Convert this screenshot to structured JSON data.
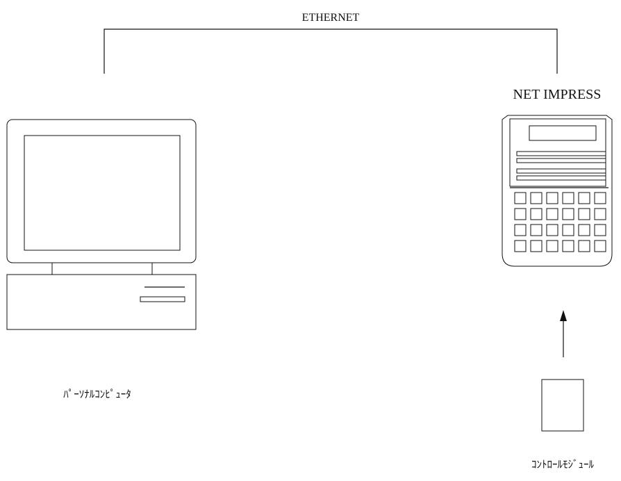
{
  "labels": {
    "network": "ETHERNET",
    "device": "NET IMPRESS",
    "computer": "ﾊﾟｰｿﾅﾙｺﾝﾋﾟｭｰﾀ",
    "module": "ｺﾝﾄﾛｰﾙﾓｼﾞｭｰﾙ"
  }
}
